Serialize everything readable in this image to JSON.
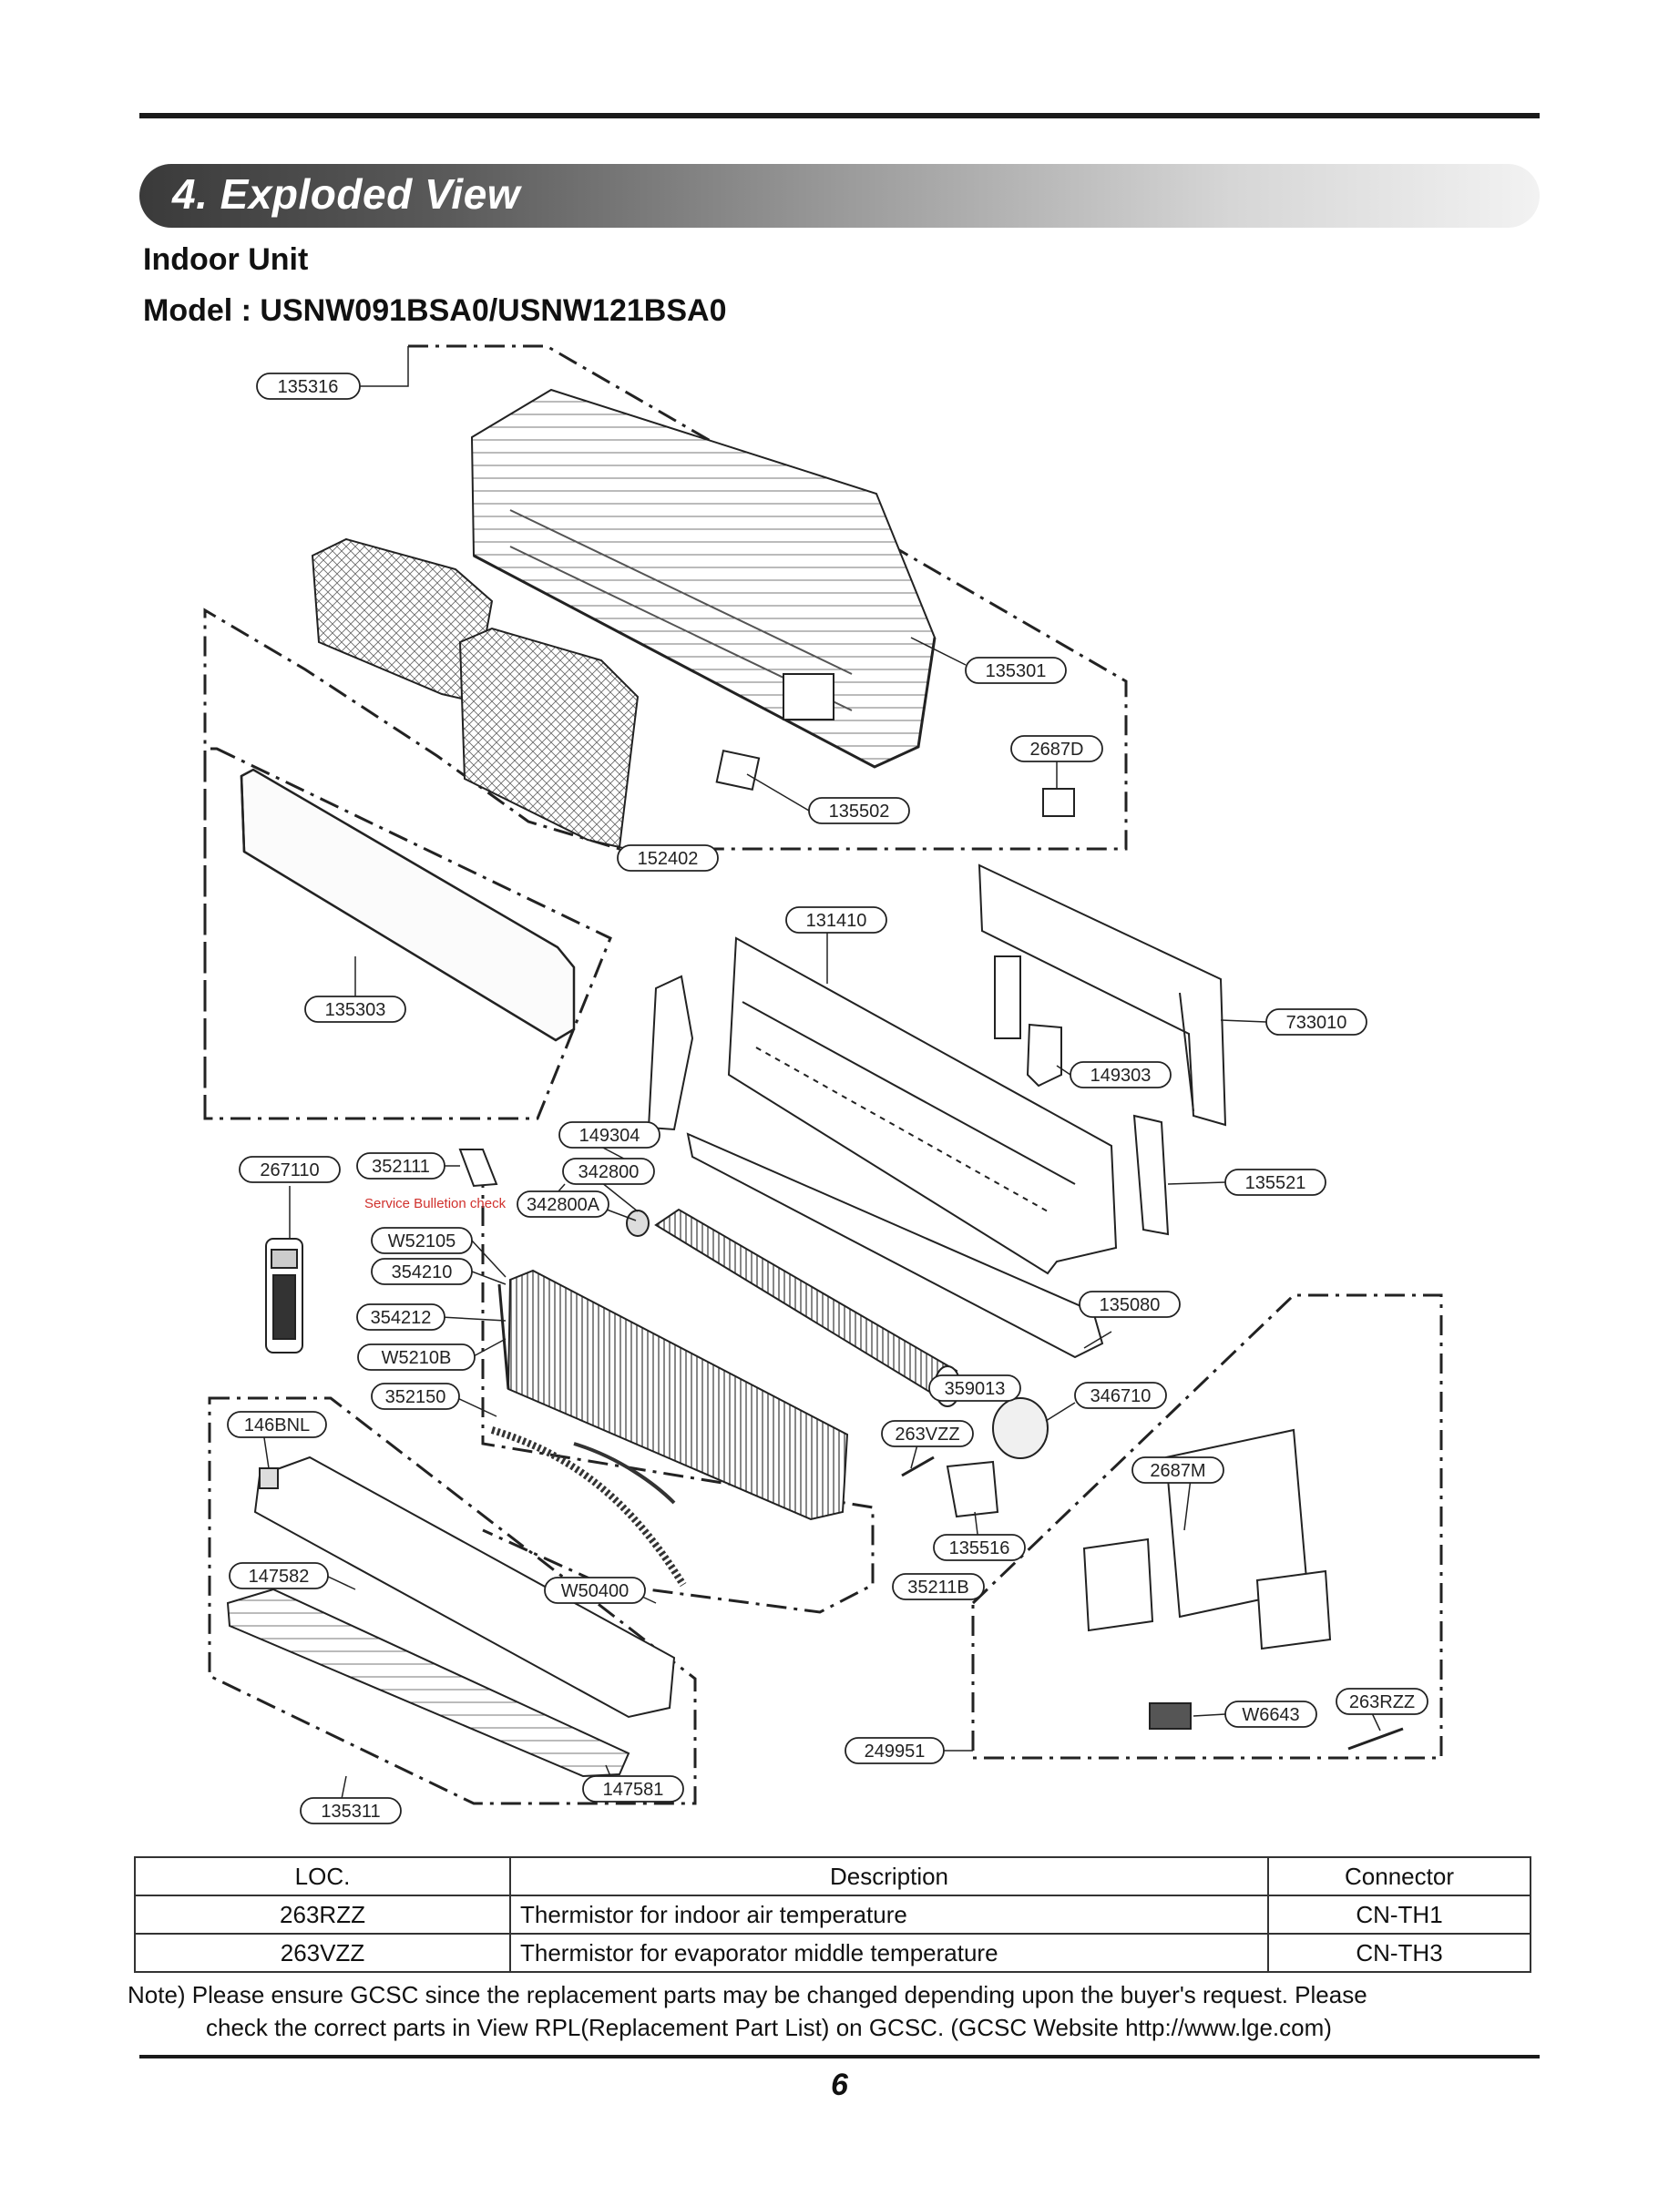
{
  "header": {
    "section_title": "4. Exploded View",
    "unit_title": "Indoor Unit",
    "model_title": "Model : USNW091BSA0/USNW121BSA0"
  },
  "callouts": {
    "c135316": "135316",
    "c135301": "135301",
    "c2687D": "2687D",
    "c135502": "135502",
    "c152402": "152402",
    "c131410": "131410",
    "c733010": "733010",
    "c149303": "149303",
    "c135303": "135303",
    "c149304": "149304",
    "c267110": "267110",
    "c352111": "352111",
    "c342800": "342800",
    "c342800A": "342800A",
    "c135521": "135521",
    "cW52105": "W52105",
    "c354210": "354210",
    "c354212": "354212",
    "cW5210B": "W5210B",
    "c352150": "352150",
    "c135080": "135080",
    "c359013": "359013",
    "c346710": "346710",
    "c146BNL": "146BNL",
    "c263VZZ": "263VZZ",
    "c2687M": "2687M",
    "c135516": "135516",
    "c147582": "147582",
    "cW50400": "W50400",
    "c35211B": "35211B",
    "cW6643": "W6643",
    "c263RZZ": "263RZZ",
    "c249951": "249951",
    "c147581": "147581",
    "c135311": "135311"
  },
  "service_note": "Service Bulletion check",
  "table": {
    "headers": [
      "LOC.",
      "Description",
      "Connector"
    ],
    "rows": [
      [
        "263RZZ",
        "Thermistor for indoor air temperature",
        "CN-TH1"
      ],
      [
        "263VZZ",
        "Thermistor for evaporator middle temperature",
        "CN-TH3"
      ]
    ]
  },
  "note": {
    "line1": "Note) Please ensure GCSC since the replacement parts may be changed depending upon the buyer's request. Please",
    "line2": "check the correct parts in View RPL(Replacement Part List) on GCSC. (GCSC Website http://www.lge.com)"
  },
  "footer": {
    "page_number": "6"
  }
}
